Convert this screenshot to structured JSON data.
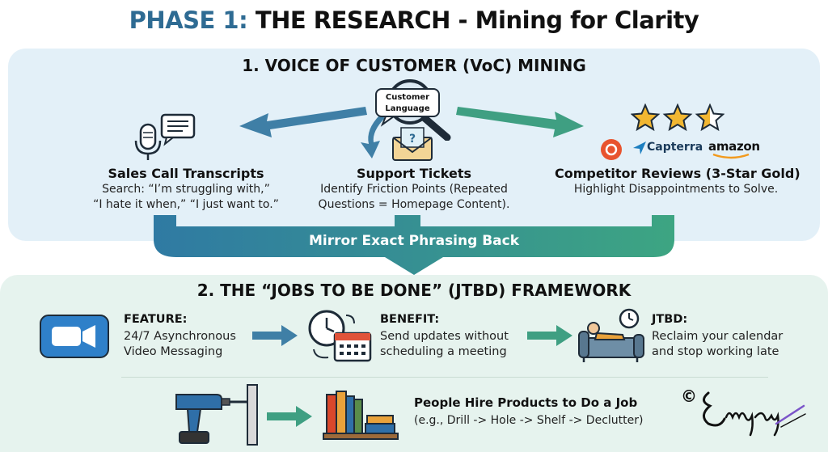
{
  "title": {
    "phase": "PHASE 1:",
    "rest": "THE RESEARCH - Mining for Clarity"
  },
  "voc": {
    "heading": "1. VOICE OF CUSTOMER (VoC) MINING",
    "center_bubble": "Customer\nLanguage",
    "sources": [
      {
        "title": "Sales Call Transcripts",
        "lines": [
          "Search: “I’m struggling with,”",
          "“I hate it when,” “I just want to.”"
        ]
      },
      {
        "title": "Support Tickets",
        "lines": [
          "Identify Friction Points (Repeated",
          "Questions = Homepage Content)."
        ]
      },
      {
        "title": "Competitor Reviews (3-Star Gold)",
        "lines": [
          "Highlight Disappointments to Solve."
        ]
      }
    ],
    "review_sites": [
      "Capterra",
      "amazon"
    ],
    "star_rating": 2.5,
    "funnel_label": "Mirror Exact Phrasing Back"
  },
  "jtbd": {
    "heading": "2. THE “JOBS TO BE DONE” (JTBD) FRAMEWORK",
    "steps": [
      {
        "head": "FEATURE:",
        "lines": [
          "24/7 Asynchronous",
          "Video Messaging"
        ]
      },
      {
        "head": "BENEFIT:",
        "lines": [
          "Send updates without",
          "scheduling a meeting"
        ]
      },
      {
        "head": "JTBD:",
        "lines": [
          "Reclaim your calendar",
          "and stop working late"
        ]
      }
    ],
    "principle": "People Hire Products to Do a Job",
    "example": "(e.g., Drill -> Hole -> Shelf -> Declutter)"
  },
  "signature": {
    "copyright": "©",
    "name": "Emjay"
  },
  "colors": {
    "phase": "#2e6b93",
    "voc_bg": "#e3f0f8",
    "jtbd_bg": "#e6f3ee",
    "arrow_blue": "#3f7fa6",
    "arrow_green": "#3f9f82"
  }
}
